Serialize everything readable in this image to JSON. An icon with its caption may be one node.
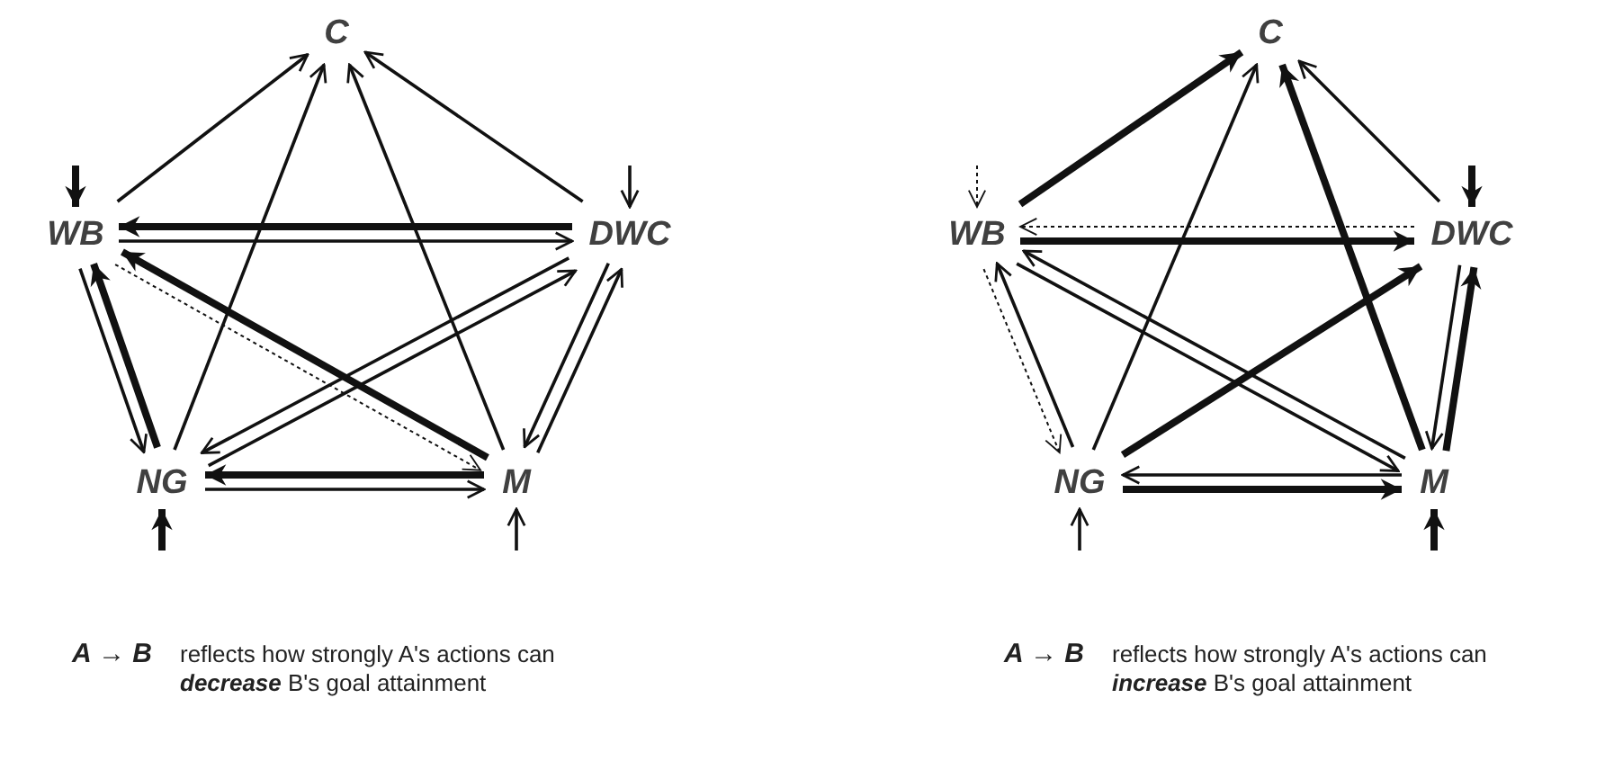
{
  "diagram": {
    "nodes": [
      {
        "text": [
          "C"
        ]
      },
      {
        "text": [
          "WB"
        ]
      },
      {
        "text": [
          "DWC"
        ]
      },
      {
        "text": [
          "NG"
        ]
      },
      {
        "text": [
          "M"
        ]
      },
      {
        "text": [
          "C"
        ]
      },
      {
        "text": [
          "WB"
        ]
      },
      {
        "text": [
          "DWC"
        ]
      },
      {
        "text": [
          "NG"
        ]
      },
      {
        "text": [
          "M"
        ]
      }
    ],
    "edges": [
      {
        "from": 1,
        "to": 0,
        "arrow": "to"
      },
      {
        "from": 3,
        "to": 0,
        "arrow": "to"
      },
      {
        "from": 4,
        "to": 0,
        "arrow": "to"
      },
      {
        "from": 2,
        "to": 0,
        "arrow": "to"
      },
      {
        "from": 2,
        "to": 1,
        "arrow": "to",
        "style": "thick"
      },
      {
        "from": 1,
        "to": 2,
        "arrow": "to"
      },
      {
        "from": 4,
        "to": 1,
        "arrow": "to",
        "style": "thick"
      },
      {
        "from": 1,
        "to": 4,
        "arrow": "to",
        "style": "dashed"
      },
      {
        "from": 3,
        "to": 1,
        "arrow": "to",
        "style": "thick"
      },
      {
        "from": 1,
        "to": 3,
        "arrow": "to"
      },
      {
        "from": 2,
        "to": 3,
        "arrow": "to"
      },
      {
        "from": 3,
        "to": 2,
        "arrow": "to"
      },
      {
        "from": 4,
        "to": 2,
        "arrow": "to"
      },
      {
        "from": 2,
        "to": 4,
        "arrow": "to"
      },
      {
        "from": 4,
        "to": 3,
        "arrow": "to",
        "style": "thick"
      },
      {
        "from": 3,
        "to": 4,
        "arrow": "to"
      },
      {
        "from": null,
        "to": 1,
        "arrow": "to",
        "style": "thick"
      },
      {
        "from": null,
        "to": 2,
        "arrow": "to"
      },
      {
        "from": null,
        "to": 3,
        "arrow": "to",
        "style": "thick"
      },
      {
        "from": null,
        "to": 4,
        "arrow": "to"
      },
      {
        "from": 6,
        "to": 5,
        "arrow": "to",
        "style": "thick"
      },
      {
        "from": 8,
        "to": 5,
        "arrow": "to"
      },
      {
        "from": 9,
        "to": 5,
        "arrow": "to",
        "style": "thick"
      },
      {
        "from": 7,
        "to": 5,
        "arrow": "to"
      },
      {
        "from": 7,
        "to": 6,
        "arrow": "to",
        "style": "dashed"
      },
      {
        "from": 6,
        "to": 7,
        "arrow": "to",
        "style": "thick"
      },
      {
        "from": 6,
        "to": 9,
        "arrow": "to"
      },
      {
        "from": 9,
        "to": 6,
        "arrow": "to"
      },
      {
        "from": 8,
        "to": 6,
        "arrow": "to"
      },
      {
        "from": 6,
        "to": 8,
        "arrow": "to",
        "style": "dashed"
      },
      {
        "from": 8,
        "to": 7,
        "arrow": "to",
        "style": "thick"
      },
      {
        "from": 9,
        "to": 7,
        "arrow": "to",
        "style": "thick"
      },
      {
        "from": 7,
        "to": 9,
        "arrow": "to"
      },
      {
        "from": 8,
        "to": 9,
        "arrow": "to",
        "style": "thick"
      },
      {
        "from": 9,
        "to": 8,
        "arrow": "to"
      },
      {
        "from": null,
        "to": 6,
        "arrow": "to",
        "style": "dashed"
      },
      {
        "from": null,
        "to": 7,
        "arrow": "to",
        "style": "thick"
      },
      {
        "from": null,
        "to": 8,
        "arrow": "to"
      },
      {
        "from": null,
        "to": 9,
        "arrow": "to",
        "style": "thick"
      }
    ],
    "labels": [
      "A → B",
      "reflects how strongly A's actions can **decrease** B's goal attainment",
      "A → B",
      "reflects how strongly A's actions can **increase** B's goal attainment"
    ]
  }
}
